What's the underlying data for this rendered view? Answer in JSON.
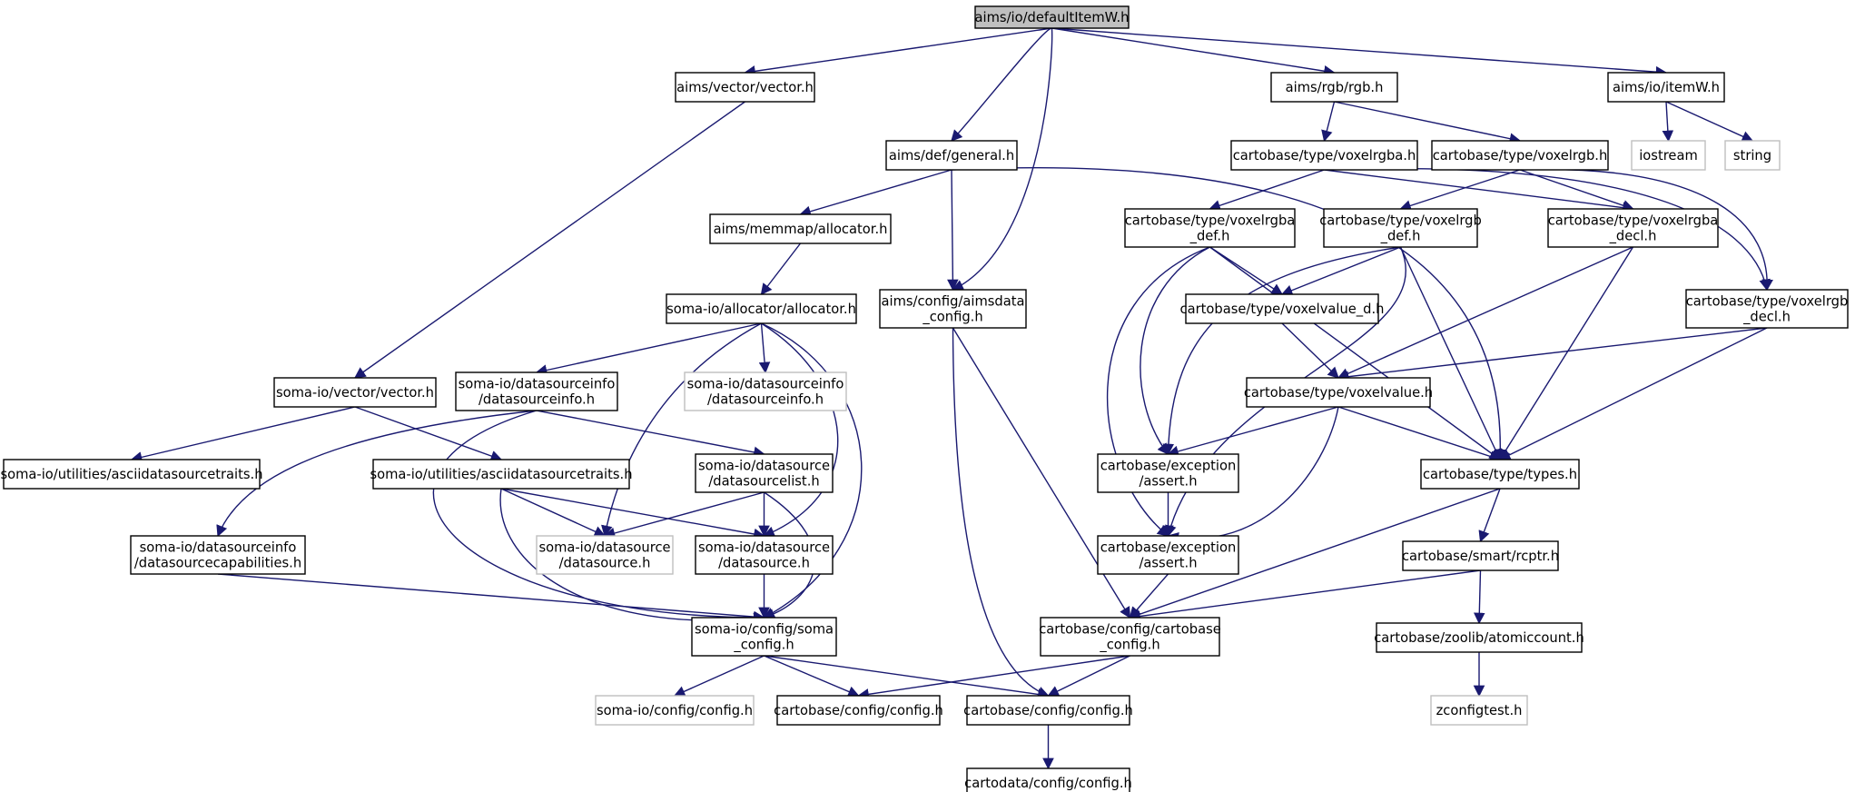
{
  "colors": {
    "edge": "#191970",
    "node_border": "#000000",
    "external_border": "#bfbfbf",
    "root_fill": "#bfbfbf",
    "node_fill": "#ffffff"
  },
  "nodes": [
    {
      "id": "n_root",
      "lines": [
        "aims/io/defaultItemW.h"
      ],
      "kind": "root"
    },
    {
      "id": "n_vector",
      "lines": [
        "aims/vector/vector.h"
      ],
      "kind": "normal"
    },
    {
      "id": "n_general",
      "lines": [
        "aims/def/general.h"
      ],
      "kind": "normal"
    },
    {
      "id": "n_rgb",
      "lines": [
        "aims/rgb/rgb.h"
      ],
      "kind": "normal"
    },
    {
      "id": "n_itemw",
      "lines": [
        "aims/io/itemW.h"
      ],
      "kind": "normal"
    },
    {
      "id": "n_iostream",
      "lines": [
        "iostream"
      ],
      "kind": "external"
    },
    {
      "id": "n_string",
      "lines": [
        "string"
      ],
      "kind": "external"
    },
    {
      "id": "n_voxelrgba",
      "lines": [
        "cartobase/type/voxelrgba.h"
      ],
      "kind": "normal"
    },
    {
      "id": "n_voxelrgb",
      "lines": [
        "cartobase/type/voxelrgb.h"
      ],
      "kind": "normal"
    },
    {
      "id": "n_memalloc",
      "lines": [
        "aims/memmap/allocator.h"
      ],
      "kind": "normal"
    },
    {
      "id": "n_voxelrgba_def",
      "lines": [
        "cartobase/type/voxelrgba",
        "_def.h"
      ],
      "kind": "normal"
    },
    {
      "id": "n_voxelrgb_def",
      "lines": [
        "cartobase/type/voxelrgb",
        "_def.h"
      ],
      "kind": "normal"
    },
    {
      "id": "n_voxelrgba_decl",
      "lines": [
        "cartobase/type/voxelrgba",
        "_decl.h"
      ],
      "kind": "normal"
    },
    {
      "id": "n_soma_alloc",
      "lines": [
        "soma-io/allocator/allocator.h"
      ],
      "kind": "normal"
    },
    {
      "id": "n_aimsdata_config",
      "lines": [
        "aims/config/aimsdata",
        "_config.h"
      ],
      "kind": "normal"
    },
    {
      "id": "n_voxelvalue_d",
      "lines": [
        "cartobase/type/voxelvalue_d.h"
      ],
      "kind": "normal"
    },
    {
      "id": "n_voxelrgb_decl",
      "lines": [
        "cartobase/type/voxelrgb",
        "_decl.h"
      ],
      "kind": "normal"
    },
    {
      "id": "n_soma_vector",
      "lines": [
        "soma-io/vector/vector.h"
      ],
      "kind": "normal"
    },
    {
      "id": "n_dsinfo",
      "lines": [
        "soma-io/datasourceinfo",
        "/datasourceinfo.h"
      ],
      "kind": "normal"
    },
    {
      "id": "n_dsinfo_ext",
      "lines": [
        "soma-io/datasourceinfo",
        "/datasourceinfo.h"
      ],
      "kind": "external"
    },
    {
      "id": "n_voxelvalue",
      "lines": [
        "cartobase/type/voxelvalue.h"
      ],
      "kind": "normal"
    },
    {
      "id": "n_ascii_ext",
      "lines": [
        "soma-io/utilities/asciidatasourcetraits.h"
      ],
      "kind": "normal"
    },
    {
      "id": "n_ascii",
      "lines": [
        "soma-io/utilities/asciidatasourcetraits.h"
      ],
      "kind": "normal"
    },
    {
      "id": "n_dslist",
      "lines": [
        "soma-io/datasource",
        "/datasourcelist.h"
      ],
      "kind": "normal"
    },
    {
      "id": "n_assert1",
      "lines": [
        "cartobase/exception",
        "/assert.h"
      ],
      "kind": "normal"
    },
    {
      "id": "n_types",
      "lines": [
        "cartobase/type/types.h"
      ],
      "kind": "normal"
    },
    {
      "id": "n_dscap",
      "lines": [
        "soma-io/datasourceinfo",
        "/datasourcecapabilities.h"
      ],
      "kind": "normal"
    },
    {
      "id": "n_ds_ext",
      "lines": [
        "soma-io/datasource",
        "/datasource.h"
      ],
      "kind": "external"
    },
    {
      "id": "n_ds",
      "lines": [
        "soma-io/datasource",
        "/datasource.h"
      ],
      "kind": "normal"
    },
    {
      "id": "n_assert2",
      "lines": [
        "cartobase/exception",
        "/assert.h"
      ],
      "kind": "normal"
    },
    {
      "id": "n_rcptr",
      "lines": [
        "cartobase/smart/rcptr.h"
      ],
      "kind": "normal"
    },
    {
      "id": "n_soma_config",
      "lines": [
        "soma-io/config/soma",
        "_config.h"
      ],
      "kind": "normal"
    },
    {
      "id": "n_cartobase_config",
      "lines": [
        "cartobase/config/cartobase",
        "_config.h"
      ],
      "kind": "normal"
    },
    {
      "id": "n_atomic",
      "lines": [
        "cartobase/zoolib/atomiccount.h"
      ],
      "kind": "normal"
    },
    {
      "id": "n_soma_cfg",
      "lines": [
        "soma-io/config/config.h"
      ],
      "kind": "external"
    },
    {
      "id": "n_cb_cfg1",
      "lines": [
        "cartobase/config/config.h"
      ],
      "kind": "normal"
    },
    {
      "id": "n_cb_cfg2",
      "lines": [
        "cartobase/config/config.h"
      ],
      "kind": "normal"
    },
    {
      "id": "n_zconfig",
      "lines": [
        "zconfigtest.h"
      ],
      "kind": "external"
    },
    {
      "id": "n_cartodata_cfg",
      "lines": [
        "cartodata/config/config.h"
      ],
      "kind": "normal"
    }
  ],
  "edges": [
    [
      "n_root",
      "n_vector"
    ],
    [
      "n_root",
      "n_general"
    ],
    [
      "n_root",
      "n_aimsdata_config"
    ],
    [
      "n_root",
      "n_rgb"
    ],
    [
      "n_root",
      "n_itemw"
    ],
    [
      "n_itemw",
      "n_iostream"
    ],
    [
      "n_itemw",
      "n_string"
    ],
    [
      "n_vector",
      "n_soma_vector"
    ],
    [
      "n_general",
      "n_memalloc"
    ],
    [
      "n_general",
      "n_aimsdata_config"
    ],
    [
      "n_general",
      "n_types"
    ],
    [
      "n_rgb",
      "n_voxelrgba"
    ],
    [
      "n_rgb",
      "n_voxelrgb"
    ],
    [
      "n_voxelrgba",
      "n_voxelrgba_def"
    ],
    [
      "n_voxelrgba",
      "n_voxelrgba_decl"
    ],
    [
      "n_voxelrgba",
      "n_voxelrgb_decl"
    ],
    [
      "n_voxelrgb",
      "n_voxelrgb_def"
    ],
    [
      "n_voxelrgb",
      "n_voxelrgba_decl"
    ],
    [
      "n_voxelrgb",
      "n_voxelrgb_decl"
    ],
    [
      "n_memalloc",
      "n_soma_alloc"
    ],
    [
      "n_soma_alloc",
      "n_dsinfo"
    ],
    [
      "n_soma_alloc",
      "n_dsinfo_ext"
    ],
    [
      "n_soma_alloc",
      "n_ds_ext"
    ],
    [
      "n_soma_alloc",
      "n_ds"
    ],
    [
      "n_soma_alloc",
      "n_soma_config"
    ],
    [
      "n_aimsdata_config",
      "n_cartobase_config"
    ],
    [
      "n_aimsdata_config",
      "n_cb_cfg2"
    ],
    [
      "n_voxelrgba_def",
      "n_voxelvalue_d"
    ],
    [
      "n_voxelrgba_def",
      "n_assert1"
    ],
    [
      "n_voxelrgba_def",
      "n_assert2"
    ],
    [
      "n_voxelrgba_def",
      "n_types"
    ],
    [
      "n_voxelrgb_def",
      "n_voxelvalue_d"
    ],
    [
      "n_voxelrgb_def",
      "n_assert1"
    ],
    [
      "n_voxelrgb_def",
      "n_assert2"
    ],
    [
      "n_voxelrgb_def",
      "n_types"
    ],
    [
      "n_voxelrgba_decl",
      "n_voxelvalue"
    ],
    [
      "n_voxelrgba_decl",
      "n_types"
    ],
    [
      "n_voxelrgb_decl",
      "n_voxelvalue"
    ],
    [
      "n_voxelrgb_decl",
      "n_types"
    ],
    [
      "n_voxelvalue_d",
      "n_voxelvalue"
    ],
    [
      "n_voxelvalue",
      "n_assert1"
    ],
    [
      "n_voxelvalue",
      "n_assert2"
    ],
    [
      "n_voxelvalue",
      "n_types"
    ],
    [
      "n_soma_vector",
      "n_ascii_ext"
    ],
    [
      "n_soma_vector",
      "n_ascii"
    ],
    [
      "n_dsinfo",
      "n_dscap"
    ],
    [
      "n_dsinfo",
      "n_dslist"
    ],
    [
      "n_dsinfo",
      "n_soma_config"
    ],
    [
      "n_ascii",
      "n_ds_ext"
    ],
    [
      "n_ascii",
      "n_ds"
    ],
    [
      "n_ascii",
      "n_soma_config"
    ],
    [
      "n_dslist",
      "n_ds_ext"
    ],
    [
      "n_dslist",
      "n_ds"
    ],
    [
      "n_dslist",
      "n_soma_config"
    ],
    [
      "n_dscap",
      "n_soma_config"
    ],
    [
      "n_ds",
      "n_soma_config"
    ],
    [
      "n_assert1",
      "n_assert2"
    ],
    [
      "n_types",
      "n_cartobase_config"
    ],
    [
      "n_types",
      "n_rcptr"
    ],
    [
      "n_assert2",
      "n_cartobase_config"
    ],
    [
      "n_rcptr",
      "n_cartobase_config"
    ],
    [
      "n_rcptr",
      "n_atomic"
    ],
    [
      "n_atomic",
      "n_zconfig"
    ],
    [
      "n_soma_config",
      "n_soma_cfg"
    ],
    [
      "n_soma_config",
      "n_cb_cfg1"
    ],
    [
      "n_soma_config",
      "n_cb_cfg2"
    ],
    [
      "n_cartobase_config",
      "n_cb_cfg1"
    ],
    [
      "n_cartobase_config",
      "n_cb_cfg2"
    ],
    [
      "n_cb_cfg2",
      "n_cartodata_cfg"
    ]
  ]
}
